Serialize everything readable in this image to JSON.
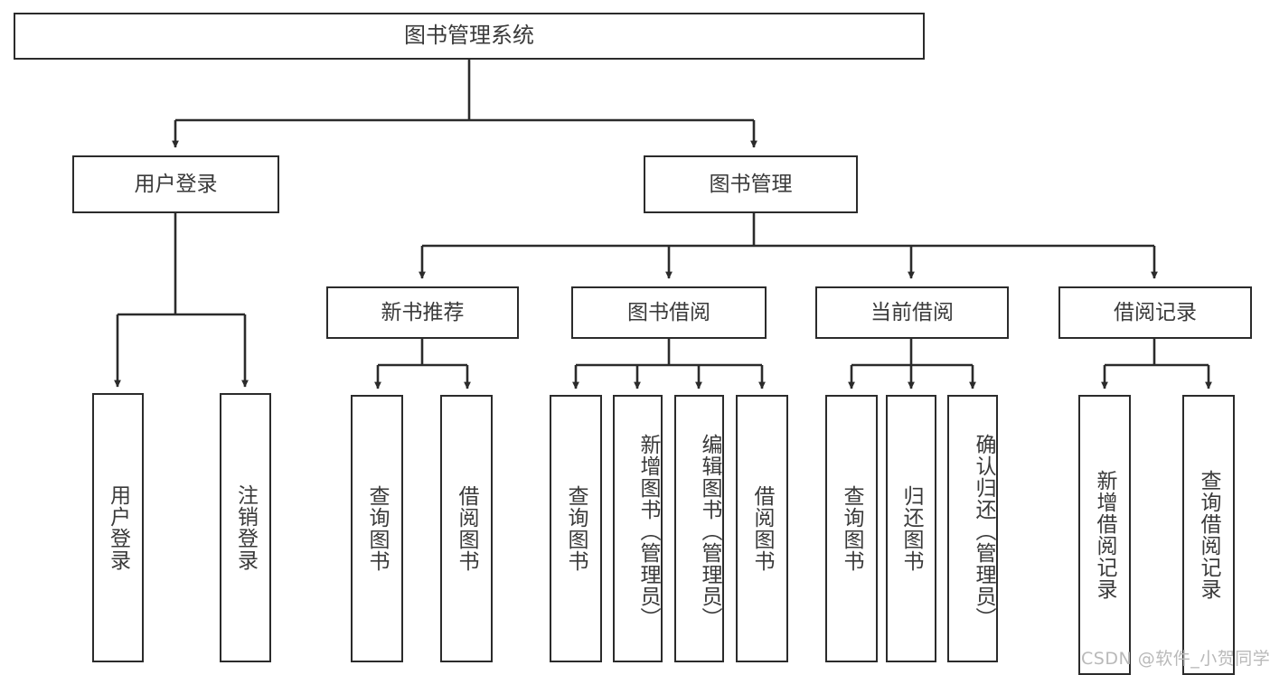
{
  "diagram": {
    "title": "图书管理系统",
    "type": "functional-structure-tree",
    "colors": {
      "background": "#ffffff",
      "box_border": "#2b2b2b",
      "box_fill": "#ffffff",
      "text": "#3a3a3a",
      "edge": "#2b2b2b",
      "watermark": "#b9b9b9"
    },
    "root": {
      "label": "图书管理系统"
    },
    "level2": [
      {
        "label": "用户登录"
      },
      {
        "label": "图书管理"
      }
    ],
    "level3": [
      {
        "label": "新书推荐"
      },
      {
        "label": "图书借阅"
      },
      {
        "label": "当前借阅"
      },
      {
        "label": "借阅记录"
      }
    ],
    "leaves": {
      "user_login": [
        {
          "label": "用户登录"
        },
        {
          "label": "注销登录"
        }
      ],
      "new_book_recommend": [
        {
          "label": "查询图书"
        },
        {
          "label": "借阅图书"
        }
      ],
      "book_borrow": [
        {
          "label": "查询图书"
        },
        {
          "label": "新增图书（管理员）"
        },
        {
          "label": "编辑图书（管理员）"
        },
        {
          "label": "借阅图书"
        }
      ],
      "current_borrow": [
        {
          "label": "查询图书"
        },
        {
          "label": "归还图书"
        },
        {
          "label": "确认归还（管理员）"
        }
      ],
      "borrow_record": [
        {
          "label": "新增借阅记录"
        },
        {
          "label": "查询借阅记录"
        }
      ]
    }
  },
  "watermark": {
    "text": "CSDN @软件_小贺同学"
  }
}
